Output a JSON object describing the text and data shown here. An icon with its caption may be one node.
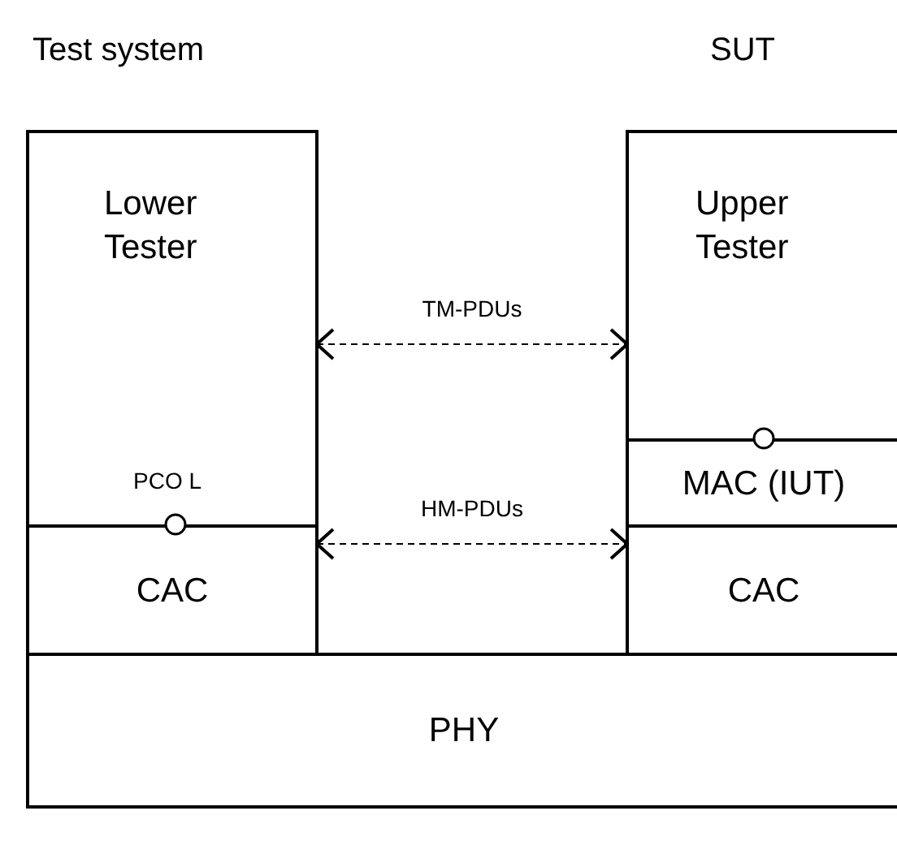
{
  "diagram": {
    "nodes": [
      {
        "text": [
          "Lower Tester"
        ]
      },
      {
        "text": [
          "Upper Tester"
        ]
      },
      {
        "text": [
          "MAC (IUT)"
        ]
      },
      {
        "text": [
          "CAC"
        ]
      },
      {
        "text": [
          "CAC"
        ]
      },
      {
        "text": [
          "PHY"
        ]
      }
    ],
    "edges": [
      {
        "from": 0,
        "to": 1,
        "arrow": "both",
        "style": "dashed",
        "label": "TM-PDUs"
      },
      {
        "from": 3,
        "to": 4,
        "arrow": "both",
        "style": "dashed",
        "label": "HM-PDUs"
      }
    ],
    "labels": [
      "Test system",
      "SUT",
      "PCO L"
    ]
  }
}
